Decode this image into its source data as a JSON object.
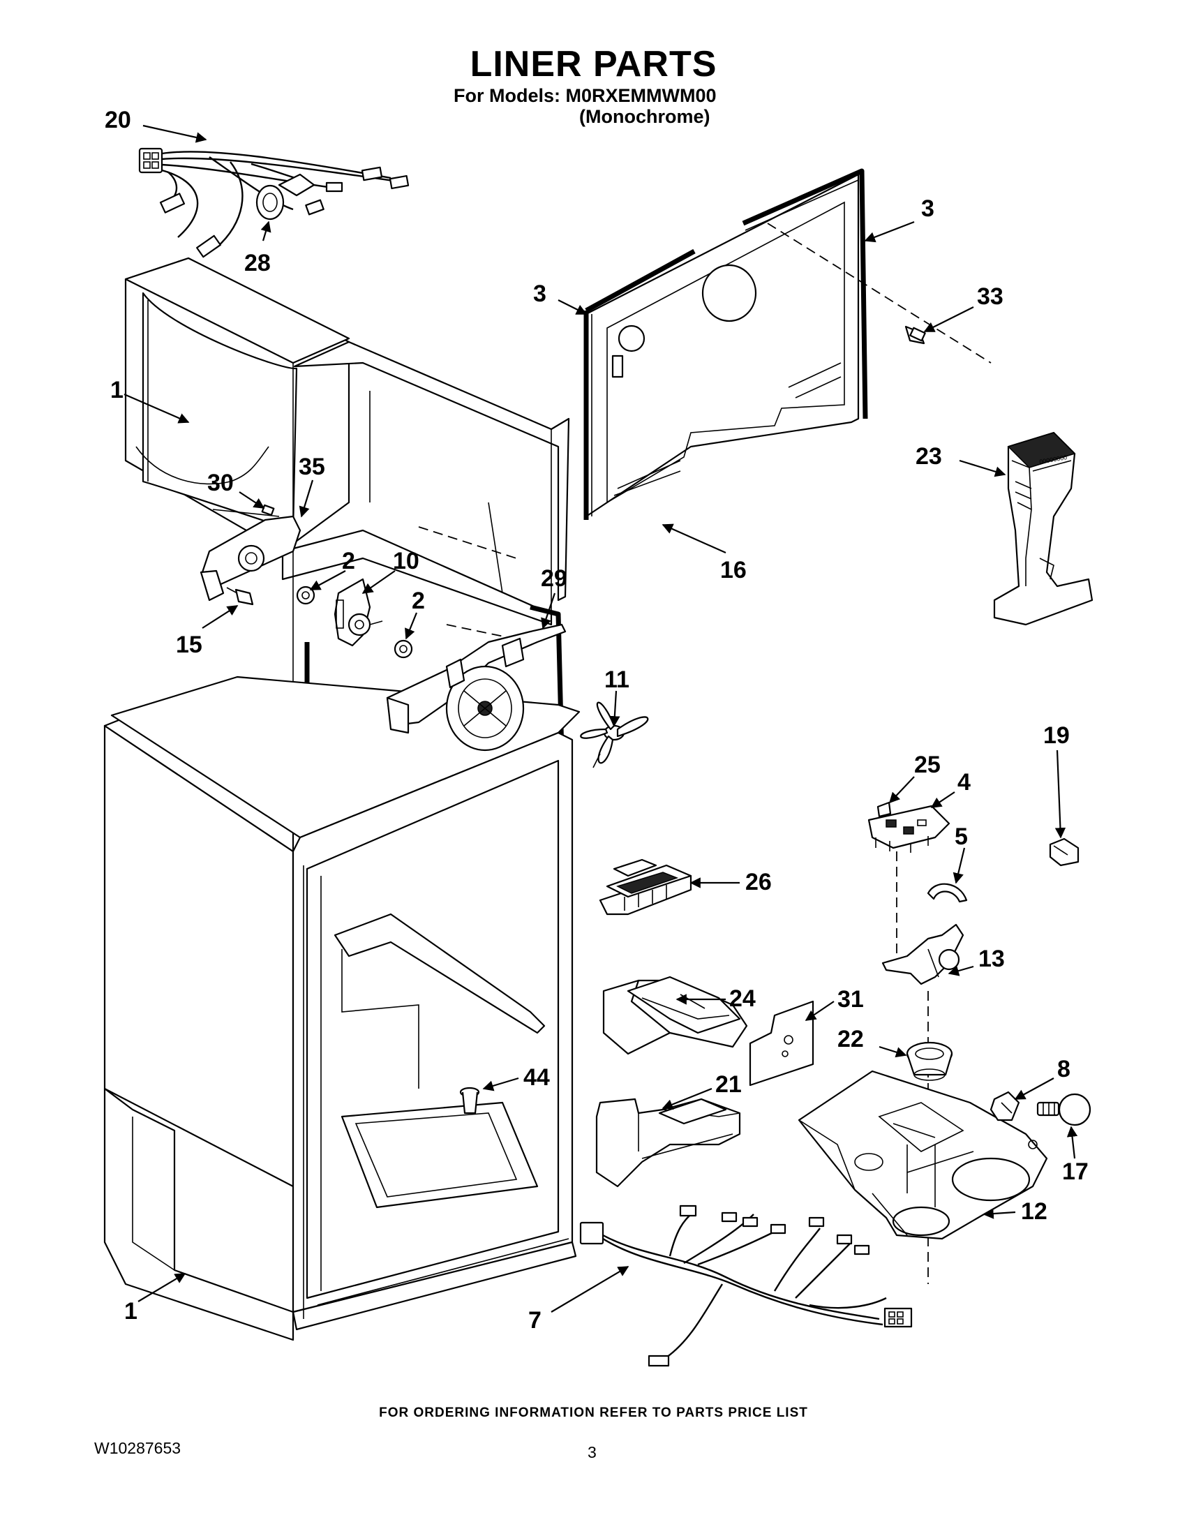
{
  "header": {
    "title": "LINER PARTS",
    "models_line": "For Models:  M0RXEMMWM00",
    "variant_line": "(Monochrome)"
  },
  "footer": {
    "ordering_note": "FOR ORDERING INFORMATION REFER TO PARTS PRICE LIST",
    "document_number": "W10287653",
    "page_number": "3"
  },
  "callouts": {
    "c20": "20",
    "c28": "28",
    "c3a": "3",
    "c3b": "3",
    "c33": "33",
    "c1a": "1",
    "c30": "30",
    "c35": "35",
    "c2a": "2",
    "c10": "10",
    "c2b": "2",
    "c29": "29",
    "c15": "15",
    "c16": "16",
    "c23": "23",
    "c11": "11",
    "c19": "19",
    "c25": "25",
    "c4": "4",
    "c5": "5",
    "c26": "26",
    "c13": "13",
    "c24": "24",
    "c31": "31",
    "c22": "22",
    "c8": "8",
    "c44": "44",
    "c21": "21",
    "c17": "17",
    "c12": "12",
    "c7": "7",
    "c1b": "1"
  }
}
